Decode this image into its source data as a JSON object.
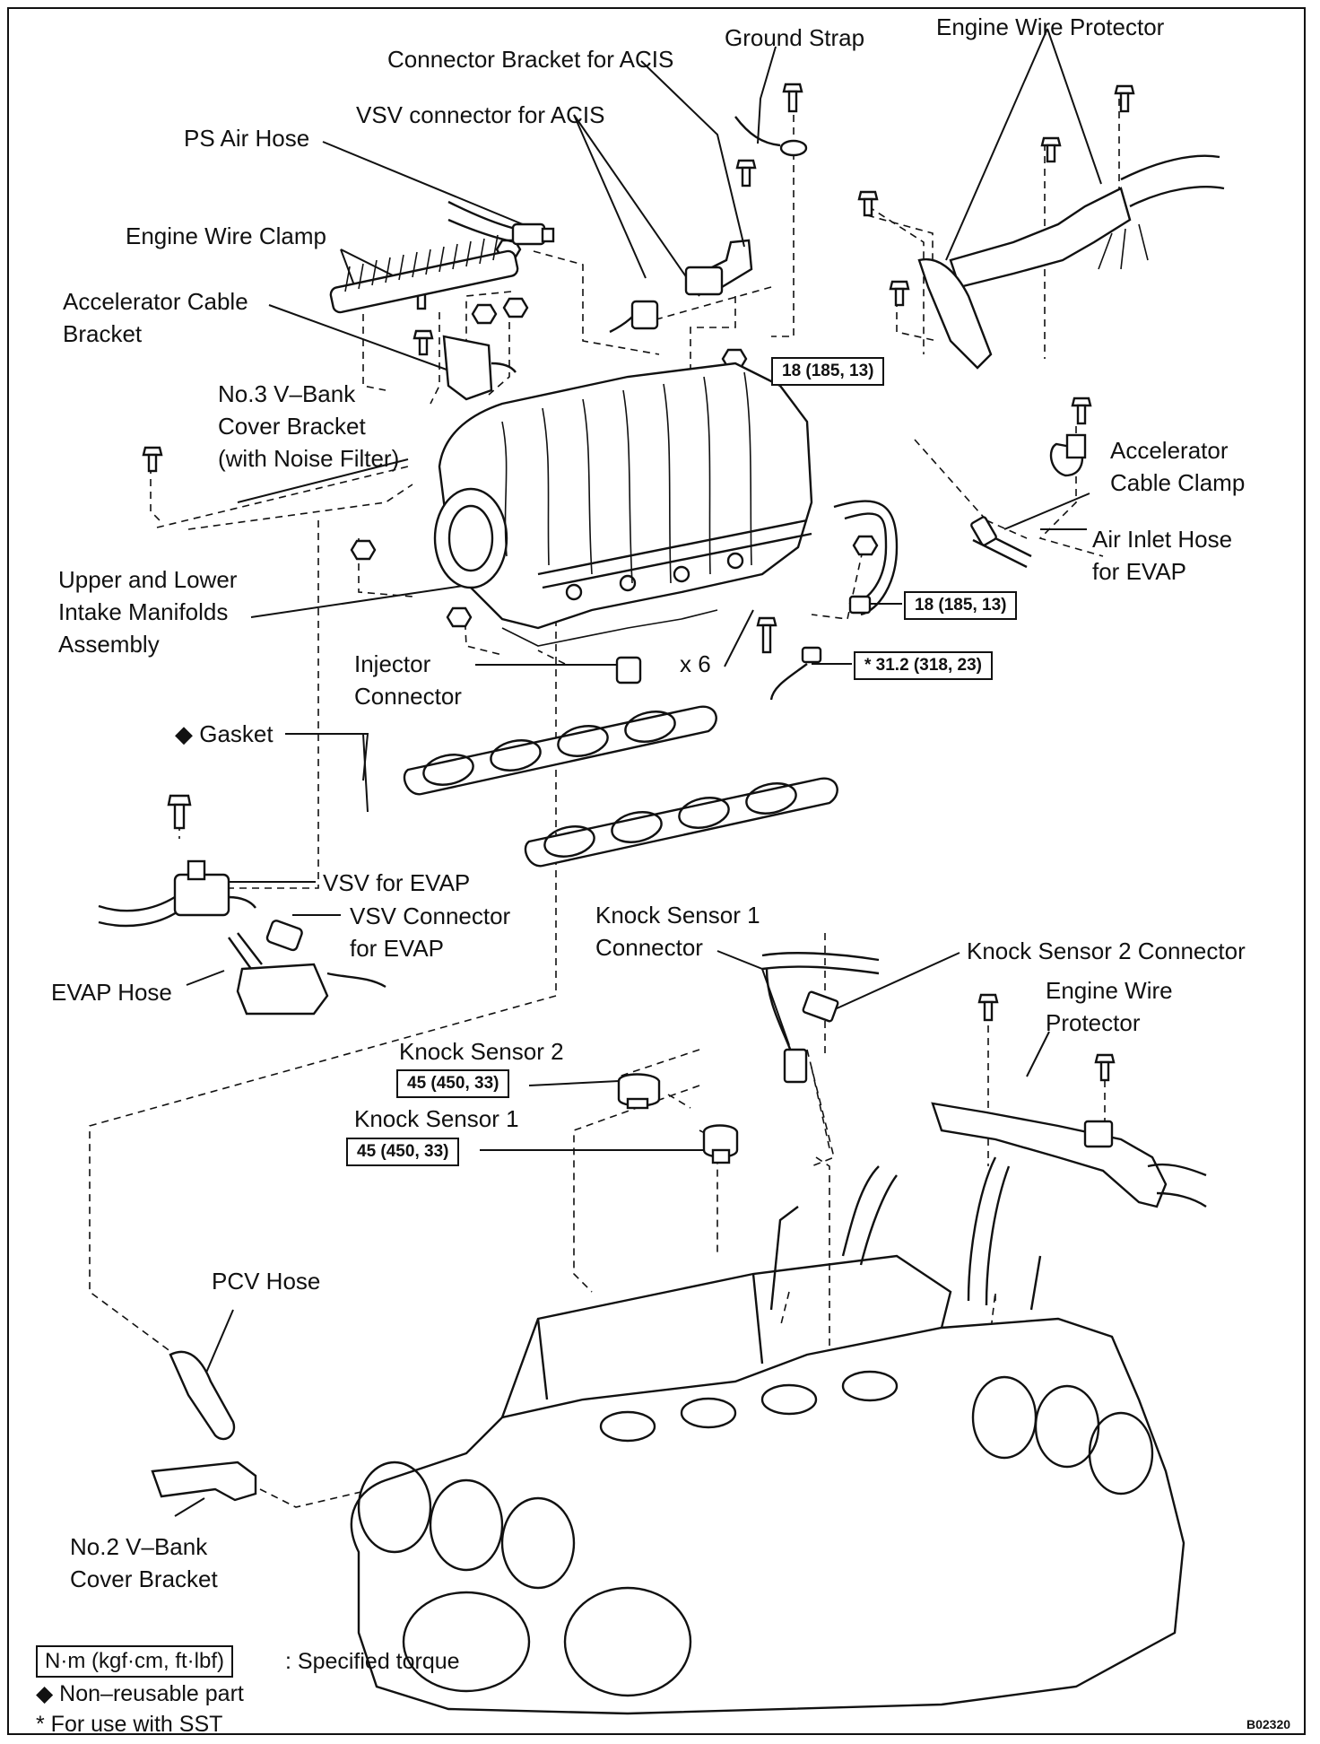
{
  "labels": {
    "connector_bracket_acis": [
      "Connector Bracket for ACIS"
    ],
    "ground_strap": [
      "Ground Strap"
    ],
    "engine_wire_protector_top": [
      "Engine Wire Protector"
    ],
    "vsv_connector_acis": [
      "VSV connector for ACIS"
    ],
    "ps_air_hose": [
      "PS Air Hose"
    ],
    "engine_wire_clamp": [
      "Engine Wire Clamp"
    ],
    "accelerator_cable_bracket": [
      "Accelerator Cable",
      "Bracket"
    ],
    "no3_vbank_cover_bracket": [
      "No.3 V–Bank",
      "Cover Bracket",
      "(with Noise Filter)"
    ],
    "accelerator_cable_clamp": [
      "Accelerator",
      "Cable Clamp"
    ],
    "air_inlet_hose_evap": [
      "Air Inlet Hose",
      "for EVAP"
    ],
    "intake_manifolds_assembly": [
      "Upper and Lower",
      "Intake Manifolds",
      "Assembly"
    ],
    "injector_connector": [
      "Injector",
      "Connector"
    ],
    "x6": [
      "x 6"
    ],
    "gasket": [
      "◆ Gasket"
    ],
    "vsv_evap": [
      "VSV for EVAP"
    ],
    "vsv_connector_evap": [
      "VSV Connector",
      "for EVAP"
    ],
    "evap_hose": [
      "EVAP Hose"
    ],
    "knock_sensor_1_connector": [
      "Knock Sensor 1",
      "Connector"
    ],
    "knock_sensor_2_connector": [
      "Knock Sensor 2 Connector"
    ],
    "engine_wire_protector_bottom": [
      "Engine Wire",
      "Protector"
    ],
    "knock_sensor_2": [
      "Knock Sensor 2"
    ],
    "knock_sensor_1": [
      "Knock Sensor 1"
    ],
    "pcv_hose": [
      "PCV Hose"
    ],
    "no2_vbank_cover_bracket": [
      "No.2 V–Bank",
      "Cover Bracket"
    ]
  },
  "torques": {
    "t1": "18 (185, 13)",
    "t2": "18 (185, 13)",
    "t3": "* 31.2 (318, 23)",
    "t4": "45 (450, 33)",
    "t5": "45 (450, 33)"
  },
  "legend": {
    "torque_box": "N·m (kgf·cm, ft·lbf)",
    "torque_desc": ": Specified torque",
    "non_reusable": "◆ Non–reusable part",
    "sst": "* For use with SST"
  },
  "figure_code": "B02320"
}
